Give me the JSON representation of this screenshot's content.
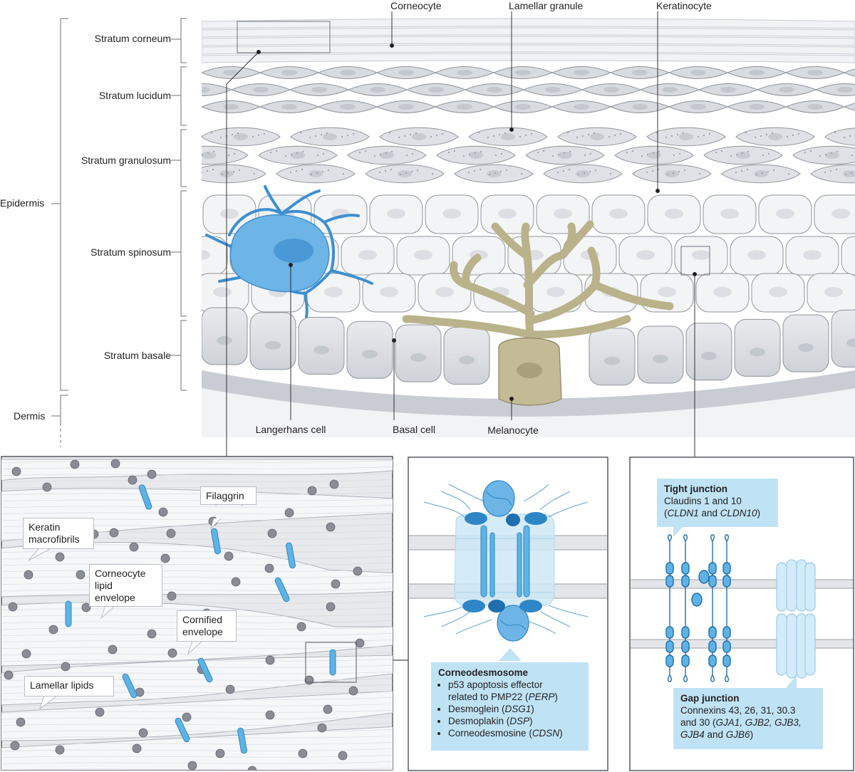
{
  "layers": {
    "stratum_corneum": "Stratum corneum",
    "stratum_lucidum": "Stratum lucidum",
    "stratum_granulosum": "Stratum granulosum",
    "stratum_spinosum": "Stratum spinosum",
    "stratum_basale": "Stratum basale",
    "epidermis": "Epidermis",
    "dermis": "Dermis"
  },
  "cells": {
    "corneocyte": "Corneocyte",
    "lamellar_granule": "Lamellar granule",
    "keratinocyte": "Keratinocyte",
    "langerhans": "Langerhans cell",
    "basal": "Basal cell",
    "melanocyte": "Melanocyte"
  },
  "corneum_panel": {
    "filaggrin": "Filaggrin",
    "keratin_line1": "Keratin",
    "keratin_line2": "macrofibrils",
    "lipid_line1": "Corneocyte",
    "lipid_line2": "lipid",
    "lipid_line3": "envelope",
    "cornified_line1": "Cornified",
    "cornified_line2": "envelope",
    "lamellar_lipids": "Lamellar lipids"
  },
  "corneodesmosome": {
    "title": "Corneodesmosome",
    "item1_line1": "p53 apoptosis effector",
    "item1_line2a": "related to PMP22 (",
    "item1_gene": "PERP",
    "item1_close": ")",
    "item2_text": "Desmoglein (",
    "item2_gene": "DSG1",
    "item2_close": ")",
    "item3_text": "Desmoplakin (",
    "item3_gene": "DSP",
    "item3_close": ")",
    "item4_text": "Corneodesmosine (",
    "item4_gene": "CDSN",
    "item4_close": ")"
  },
  "tight_junction": {
    "title": "Tight junction",
    "line1": "Claudins 1 and 10",
    "line2_open": "(",
    "gene1": "CLDN1",
    "and": " and ",
    "gene2": "CLDN10",
    "line2_close": ")"
  },
  "gap_junction": {
    "title": "Gap junction",
    "line1": "Connexins 43, 26, 31, 30.3",
    "line2_text": "and 30 (",
    "line2_genes": "GJA1, GJB2, GJB3,",
    "line3_genes": "GJB4",
    "line3_and": " and ",
    "line3_gene": "GJB6",
    "line3_close": ")"
  },
  "colors": {
    "langerhans": "#5aa9dc",
    "melanocyte": "#b9b28a",
    "callout_blue": "#bfe3f5",
    "cell_grey": "#dcdee3",
    "outline": "#6e7179"
  }
}
